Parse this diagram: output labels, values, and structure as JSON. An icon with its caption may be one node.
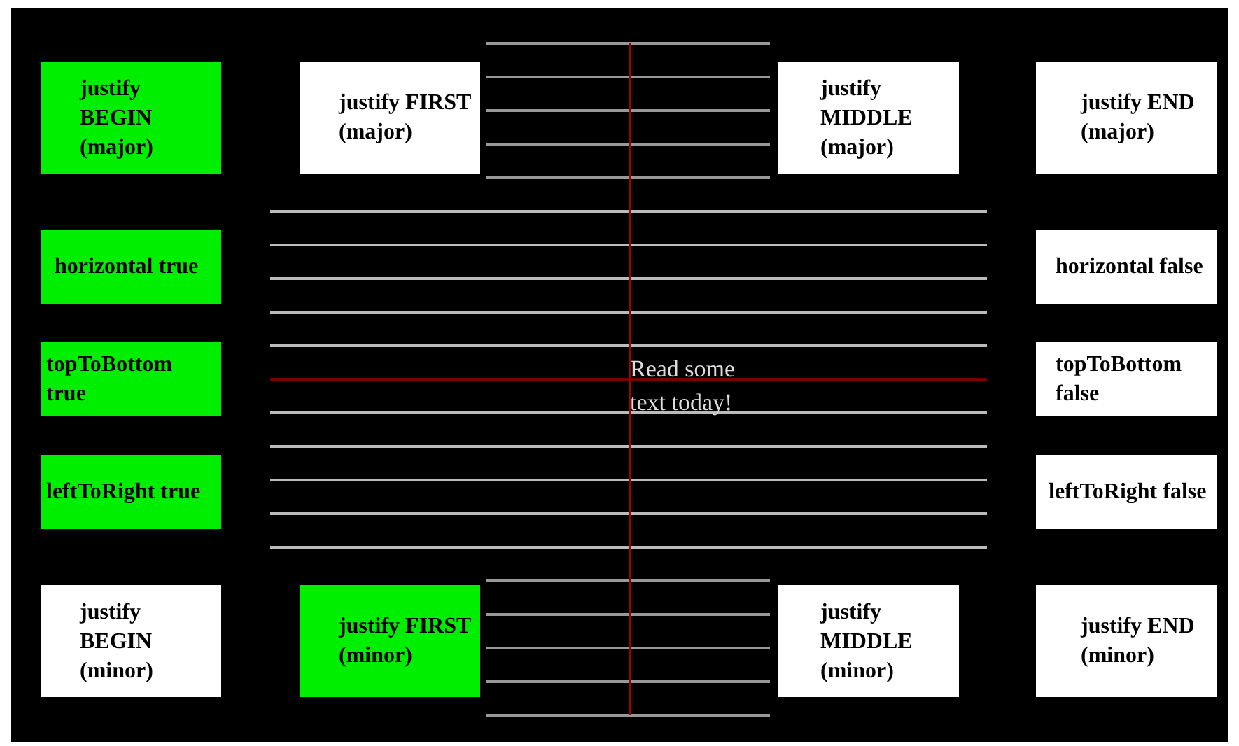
{
  "diagram": {
    "nodes": [
      {
        "text": [
          "justify BEGIN (major)"
        ]
      },
      {
        "text": [
          "justify FIRST (major)"
        ]
      },
      {
        "text": [
          "justify MIDDLE (major)"
        ]
      },
      {
        "text": [
          "justify END (major)"
        ]
      },
      {
        "text": [
          "horizontal true"
        ]
      },
      {
        "text": [
          "horizontal false"
        ]
      },
      {
        "text": [
          "topToBottom true"
        ]
      },
      {
        "text": [
          "topToBottom false"
        ]
      },
      {
        "text": [
          "leftToRight true"
        ]
      },
      {
        "text": [
          "leftToRight false"
        ]
      },
      {
        "text": [
          "justify BEGIN (minor)"
        ]
      },
      {
        "text": [
          "justify FIRST (minor)"
        ]
      },
      {
        "text": [
          "justify MIDDLE (minor)"
        ]
      },
      {
        "text": [
          "justify END (minor)"
        ]
      }
    ],
    "labels": [
      "Read some text today!"
    ]
  }
}
